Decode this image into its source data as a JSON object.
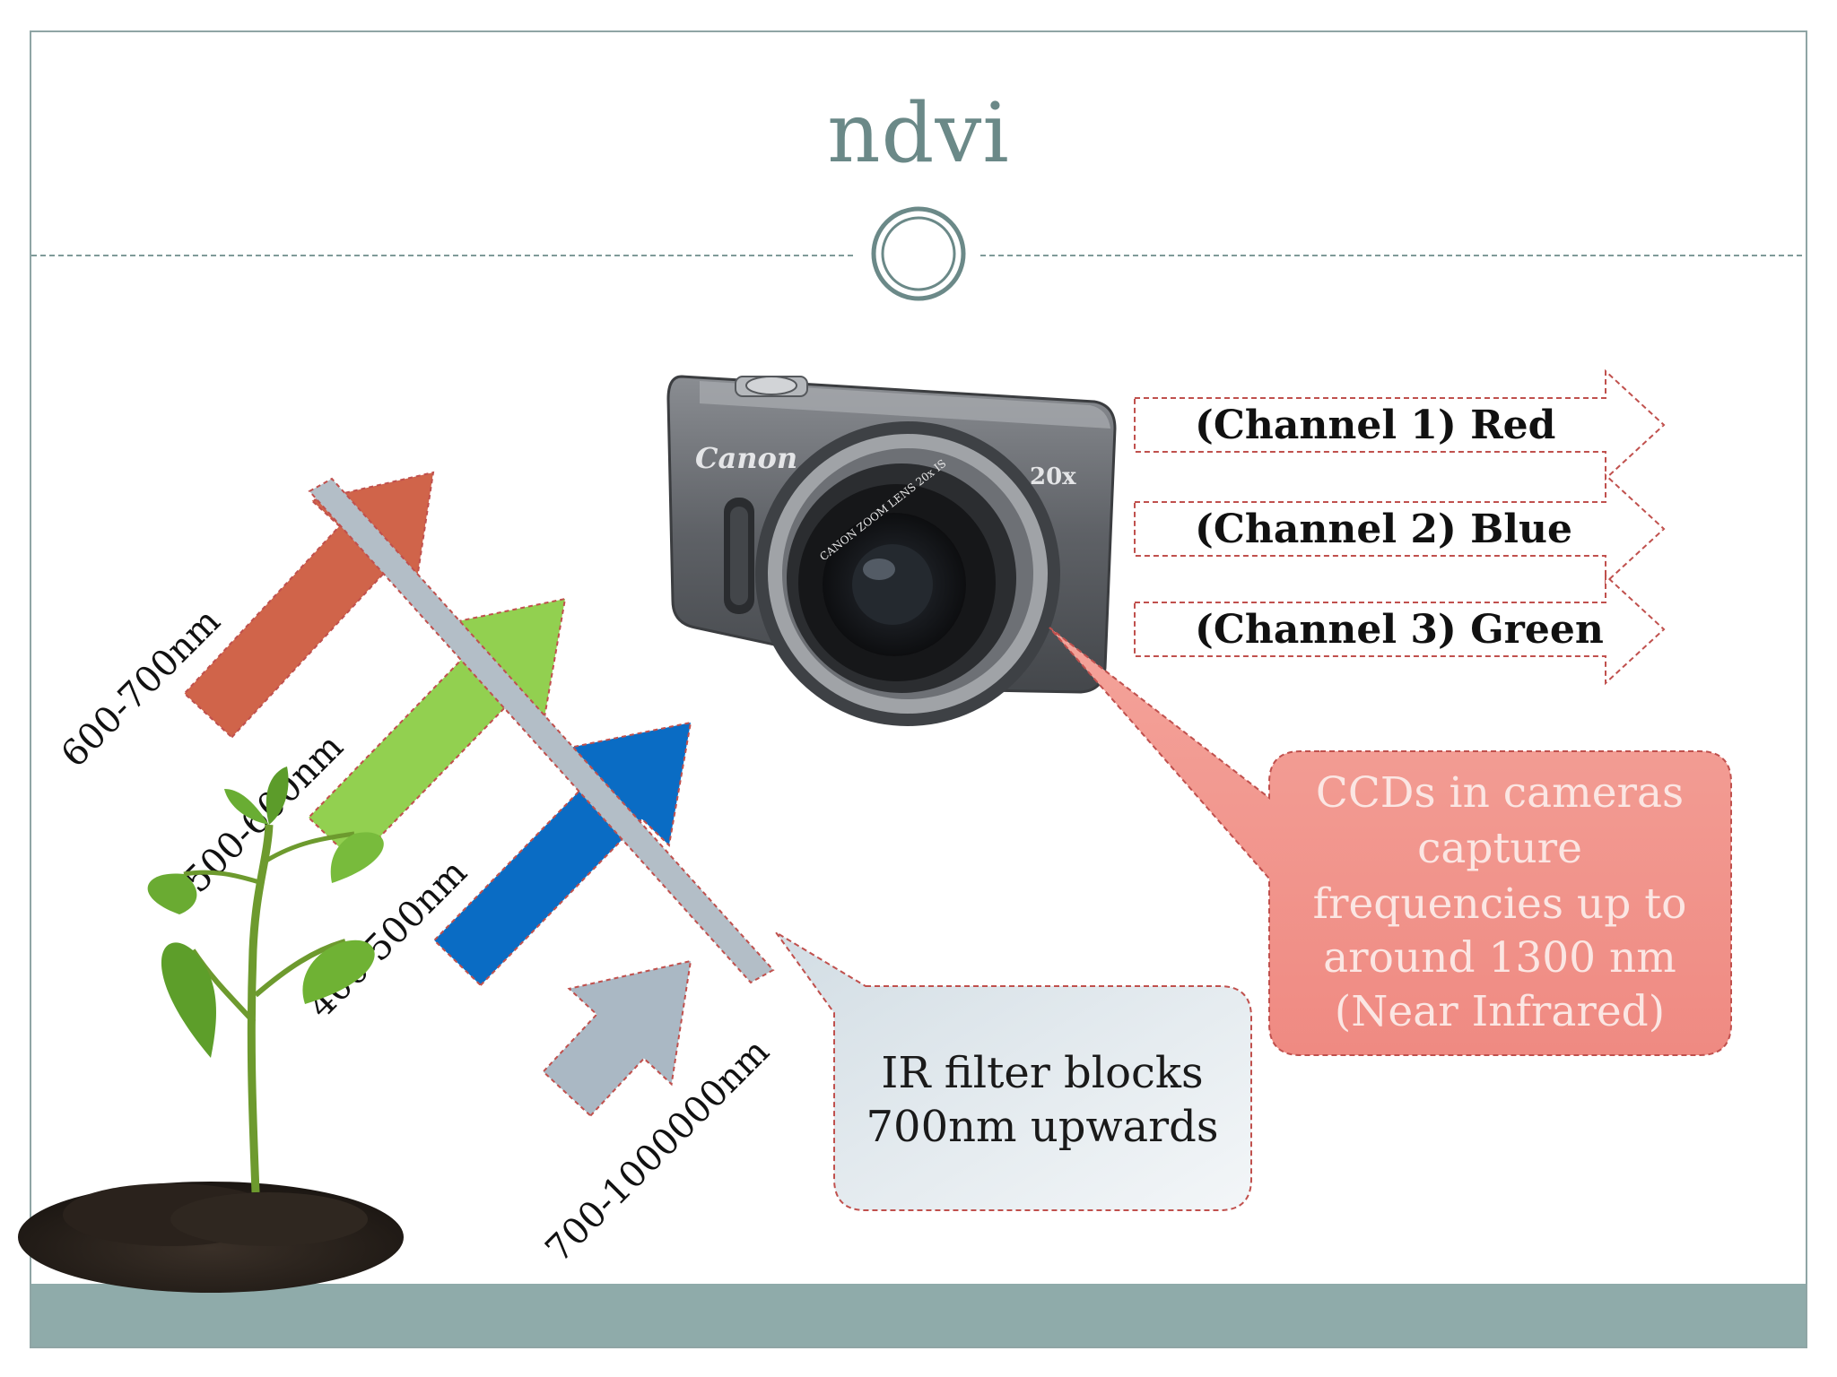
{
  "slide": {
    "title": "ndvi"
  },
  "wavelength_arrows": [
    {
      "label": "600-700nm",
      "color": "#d0644a"
    },
    {
      "label": "500-600nm",
      "color": "#92d050"
    },
    {
      "label": "400-500nm",
      "color": "#0a6cc4"
    },
    {
      "label": "700-1000000nm",
      "color": "#aab8c4"
    }
  ],
  "camera": {
    "brand": "Canon",
    "zoom_badge": "20x",
    "lens_text": "CANON ZOOM LENS 20x IS"
  },
  "channels": [
    {
      "label": "(Channel 1) Red"
    },
    {
      "label": "(Channel 2) Blue"
    },
    {
      "label": "(Channel 3) Green"
    }
  ],
  "callouts": {
    "ir_filter": {
      "line1": "IR filter blocks",
      "line2": "700nm upwards"
    },
    "ccd": {
      "line1": "CCDs in cameras",
      "line2": "capture",
      "line3": "frequencies up to",
      "line4": "around 1300 nm",
      "line5": "(Near Infrared)"
    }
  },
  "colors": {
    "accent": "#8fabaa",
    "title": "#6b8988",
    "red_arrow": "#d0644a",
    "green_arrow": "#92d050",
    "blue_arrow": "#0a6cc4",
    "ir_arrow": "#aab8c4",
    "ccd_callout": "#f09a90",
    "ir_callout": "#e4ecf0"
  }
}
